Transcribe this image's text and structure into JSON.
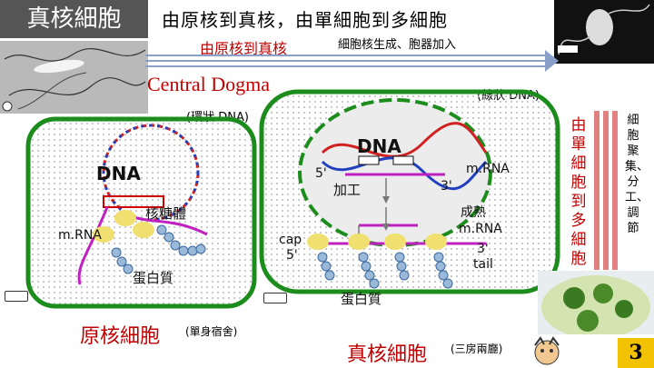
{
  "title_box": "真核細胞",
  "header_title": "由原核到真核，由單細胞到多細胞",
  "sub_left": "由原核到真核",
  "sub_right": "細胞核生成、胞器加入",
  "central": "Central Dogma",
  "linear_dna": "(線狀 DNA)",
  "circular_dna": "(環狀 DNA)",
  "side_red": "由單細胞到多細胞",
  "side_black": "細胞聚集、分工、調節",
  "prok": {
    "dna": "DNA",
    "mrna": "m.RNA",
    "ribosome": "核糖體",
    "protein": "蛋白質",
    "label": "原核細胞",
    "sub": "(單身宿舍)"
  },
  "euk": {
    "dna": "DNA",
    "five": "5'",
    "three": "3'",
    "mrna": "m.RNA",
    "process": "加工",
    "mature": "成熟",
    "mature_mrna": "m.RNA",
    "cap": "cap",
    "cap5": "5'",
    "three2": "3'",
    "tail": "tail",
    "protein": "蛋白質",
    "label": "真核細胞",
    "sub": "(三房兩廳)"
  },
  "page_number": "3"
}
